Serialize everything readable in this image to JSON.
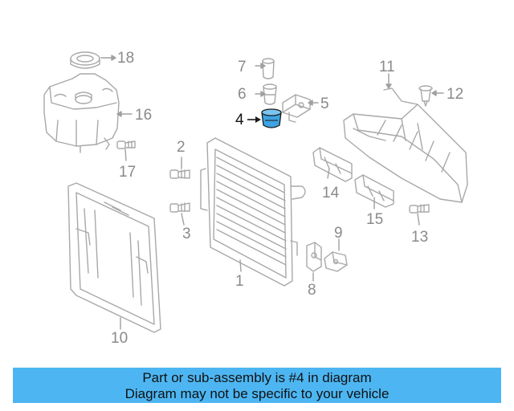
{
  "diagram": {
    "callouts": [
      "1",
      "2",
      "3",
      "4",
      "5",
      "6",
      "7",
      "8",
      "9",
      "10",
      "11",
      "12",
      "13",
      "14",
      "15",
      "16",
      "17",
      "18"
    ],
    "highlighted_part": "4",
    "colors": {
      "line": "#a8a8a8",
      "highlight_fill": "#3da3e3",
      "highlight_stroke": "#1a1a1a",
      "banner": "#4db6f2"
    }
  },
  "banner": {
    "line1": "Part or sub-assembly is #4 in diagram",
    "line2": "Diagram may not be specific to your vehicle"
  }
}
